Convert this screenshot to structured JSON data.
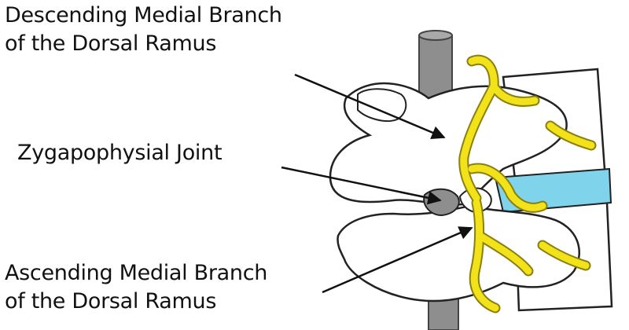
{
  "labels": {
    "descending": {
      "line1": "Descending Medial Branch",
      "line2": "of the Dorsal Ramus"
    },
    "zygapophysial": {
      "line1": "Zygapophysial Joint"
    },
    "ascending": {
      "line1": "Ascending Medial Branch",
      "line2": "of the Dorsal Ramus"
    }
  },
  "colors": {
    "nerve": "#f2e21a",
    "nerve_outline": "#8a7f10",
    "disc": "#7fd3ea",
    "needle": "#8e8e8e",
    "bone_outline": "#222222",
    "arrow": "#111111"
  }
}
